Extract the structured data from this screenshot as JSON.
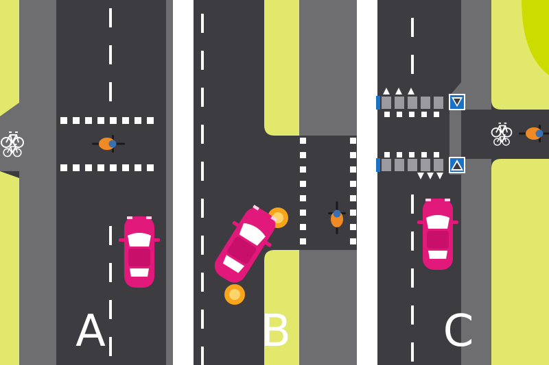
{
  "panels": [
    {
      "id": "A",
      "label": "A"
    },
    {
      "id": "B",
      "label": "B"
    },
    {
      "id": "C",
      "label": "C"
    }
  ],
  "colors": {
    "road": "#3c3c41",
    "side_road": "#6e6e70",
    "grass": "#e2e86c",
    "grass_bright": "#cddc00",
    "car": "#e0197b",
    "cyclist": "#f08a24",
    "indicator": "#f9a51b",
    "marking": "#ffffff",
    "sign": "#1a73c8"
  },
  "icons": {
    "bicycle": "bicycle-symbol-icon",
    "yield_sign": "yield-sign-icon",
    "crossing_sign": "pedestrian-crossing-sign-icon"
  }
}
